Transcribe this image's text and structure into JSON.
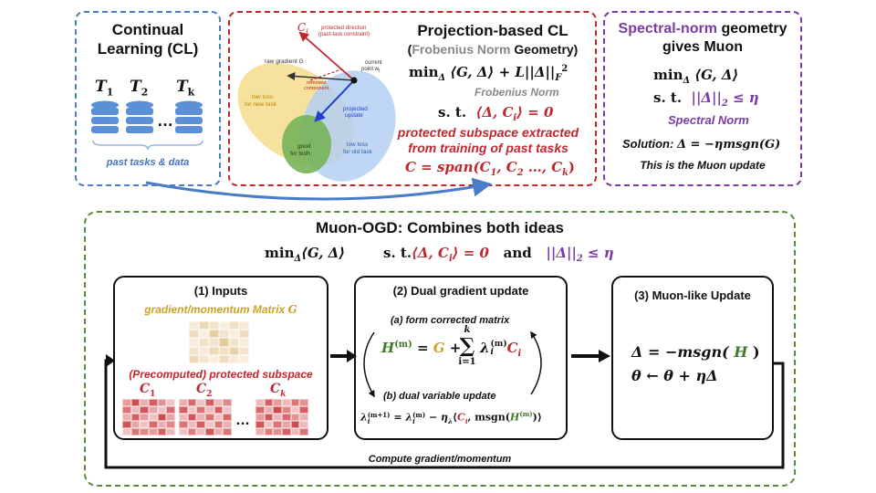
{
  "colors": {
    "cl_border": "#4a7cc9",
    "proj_border": "#c0272d",
    "spectral_border": "#7a3ba6",
    "muon_border": "#5c8a3a",
    "text_red": "#c0272d",
    "text_purple": "#7a3ba6",
    "text_gold": "#c9a227",
    "text_green": "#3f7a2a",
    "text_blue": "#4472c4",
    "text_gray": "#888888",
    "low_loss_new": "#f2d27a",
    "low_loss_old": "#a9c6ee",
    "good_for_both": "#6aa84f"
  },
  "cl": {
    "title_line1": "Continual",
    "title_line2": "Learning (CL)",
    "tasks": [
      {
        "label": "T",
        "sub": "1"
      },
      {
        "label": "T",
        "sub": "2"
      },
      {
        "label": "T",
        "sub": "k"
      }
    ],
    "ellipsis": "…",
    "caption": "past tasks & data",
    "db_icon_name": "database-icon"
  },
  "proj": {
    "title": "Projection-based CL",
    "subtitle_open": "(",
    "subtitle_colored": "Frobenius Norm",
    "subtitle_rest": " Geometry)",
    "objective_min": "min",
    "objective_sub": "Δ",
    "objective_expr": "⟨G, Δ⟩ + L||Δ||",
    "objective_sub2": "F",
    "objective_sup2": "2",
    "frob_label": "Frobenius Norm",
    "st_label": "s. t.",
    "constraint": "⟨Δ, C",
    "constraint_sub": "i",
    "constraint_end": "⟩ = 0",
    "protected_line1": "protected subspace extracted",
    "protected_line2": "from training of past tasks",
    "span_expr": "C = span(C",
    "span_sub1": "1",
    "span_mid1": ", C",
    "span_sub2": "2",
    "span_mid2": " …, C",
    "span_subk": "k",
    "span_end": ")",
    "diagram": {
      "ci": "C",
      "ci_sub": "i",
      "protected_direction": "protected direction",
      "past_task_constraint": "(past-task constraint)",
      "raw_gradient": "raw gradient G",
      "current_point": "current",
      "current_point2": "point w",
      "current_point_sub": "t",
      "removed1": "removed",
      "removed2": "component",
      "projected1": "projected",
      "projected2": "update",
      "low_loss_new1": "low loss",
      "low_loss_new2": "for new task",
      "low_loss_old1": "low loss",
      "low_loss_old2": "for old task",
      "good1": "good",
      "good2": "for both"
    }
  },
  "spectral": {
    "title_colored": "Spectral-norm",
    "title_rest": " geometry",
    "title_line2": "gives Muon",
    "objective_min": "min",
    "objective_sub": "Δ",
    "objective_expr": "⟨G, Δ⟩",
    "st_label": "s. t.",
    "constraint": "||Δ||",
    "constraint_sub": "2",
    "constraint_end": " ≤ η",
    "spectral_label": "Spectral Norm",
    "solution_label": "Solution: ",
    "solution_expr": "Δ = −ηmsgn(G)",
    "muon_note": "This is the Muon update"
  },
  "muon": {
    "title": "Muon-OGD: Combines both ideas",
    "obj_min": "min",
    "obj_sub": "Δ",
    "obj_expr": "⟨G, Δ⟩",
    "st_label": "s. t.",
    "c1": "⟨Δ, C",
    "c1_sub": "i",
    "c1_end": "⟩ = 0",
    "and": "and",
    "c2": "||Δ||",
    "c2_sub": "2",
    "c2_end": " ≤ η",
    "inputs": {
      "title": "(1) Inputs",
      "matrix_label": "gradient/momentum Matrix ",
      "matrix_sym": "G",
      "subspace_label": "(Precomputed) protected subspace",
      "c_labels": [
        {
          "label": "C",
          "sub": "1"
        },
        {
          "label": "C",
          "sub": "2"
        },
        {
          "label": "C",
          "sub": "k"
        }
      ],
      "ellipsis": "…"
    },
    "dual": {
      "title": "(2) Dual gradient update",
      "step_a": "(a) form corrected matrix",
      "h_sym": "H",
      "h_sup": "(m)",
      "eq": " = ",
      "g_sym": "G",
      "plus": " + ",
      "sum_top": "k",
      "sum_sym": "∑",
      "sum_bottom": "i=1",
      "lambda": "λ",
      "lambda_sub": "i",
      "lambda_sup": "(m)",
      "c_sym": "C",
      "c_sub": "i",
      "step_b": "(b) dual variable update",
      "update_lhs": "λ",
      "update_lhs_sub": "i",
      "update_lhs_sup": "(m+1)",
      "update_eq": " = λ",
      "update_rhs_sub": "i",
      "update_rhs_sup": "(m)",
      "update_minus": " − η",
      "update_eta_sub": "λ",
      "update_open": "⟨",
      "update_c": "C",
      "update_c_sub": "i",
      "update_msgn": ", msgn(",
      "update_h": "H",
      "update_h_sup": "(m)",
      "update_close": ")⟩"
    },
    "muon_update": {
      "title": "(3) Muon-like Update",
      "line1_pre": "Δ = −msgn( ",
      "line1_h": "H",
      "line1_post": " )",
      "line2": "θ ← θ + ηΔ"
    },
    "feedback_label": "Compute gradient/momentum"
  },
  "heat_g": [
    [
      0.25,
      0.45,
      0.3,
      0.2,
      0.35,
      0.25
    ],
    [
      0.4,
      0.2,
      0.55,
      0.3,
      0.2,
      0.4
    ],
    [
      0.2,
      0.35,
      0.3,
      0.6,
      0.3,
      0.2
    ],
    [
      0.3,
      0.25,
      0.45,
      0.35,
      0.5,
      0.3
    ],
    [
      0.45,
      0.3,
      0.2,
      0.4,
      0.25,
      0.2
    ]
  ],
  "heat_c1": [
    [
      0.5,
      0.9,
      0.4,
      0.8,
      0.55,
      0.3
    ],
    [
      0.7,
      0.35,
      0.85,
      0.45,
      0.3,
      0.75
    ],
    [
      0.4,
      0.8,
      0.5,
      0.3,
      0.9,
      0.45
    ],
    [
      0.85,
      0.45,
      0.3,
      0.75,
      0.4,
      0.6
    ],
    [
      0.3,
      0.7,
      0.6,
      0.5,
      0.8,
      0.35
    ]
  ],
  "heat_c2": [
    [
      0.4,
      0.75,
      0.3,
      0.8,
      0.35,
      0.6
    ],
    [
      0.8,
      0.3,
      0.7,
      0.35,
      0.8,
      0.3
    ],
    [
      0.35,
      0.85,
      0.4,
      0.7,
      0.3,
      0.75
    ],
    [
      0.7,
      0.35,
      0.8,
      0.3,
      0.7,
      0.4
    ],
    [
      0.3,
      0.65,
      0.35,
      0.85,
      0.4,
      0.7
    ]
  ],
  "heat_ck": [
    [
      0.35,
      0.8,
      0.5,
      0.35,
      0.7,
      0.55
    ],
    [
      0.75,
      0.4,
      0.9,
      0.6,
      0.3,
      0.8
    ],
    [
      0.5,
      0.85,
      0.35,
      0.75,
      0.55,
      0.4
    ],
    [
      0.85,
      0.3,
      0.7,
      0.45,
      0.9,
      0.35
    ],
    [
      0.4,
      0.65,
      0.55,
      0.8,
      0.35,
      0.7
    ]
  ]
}
